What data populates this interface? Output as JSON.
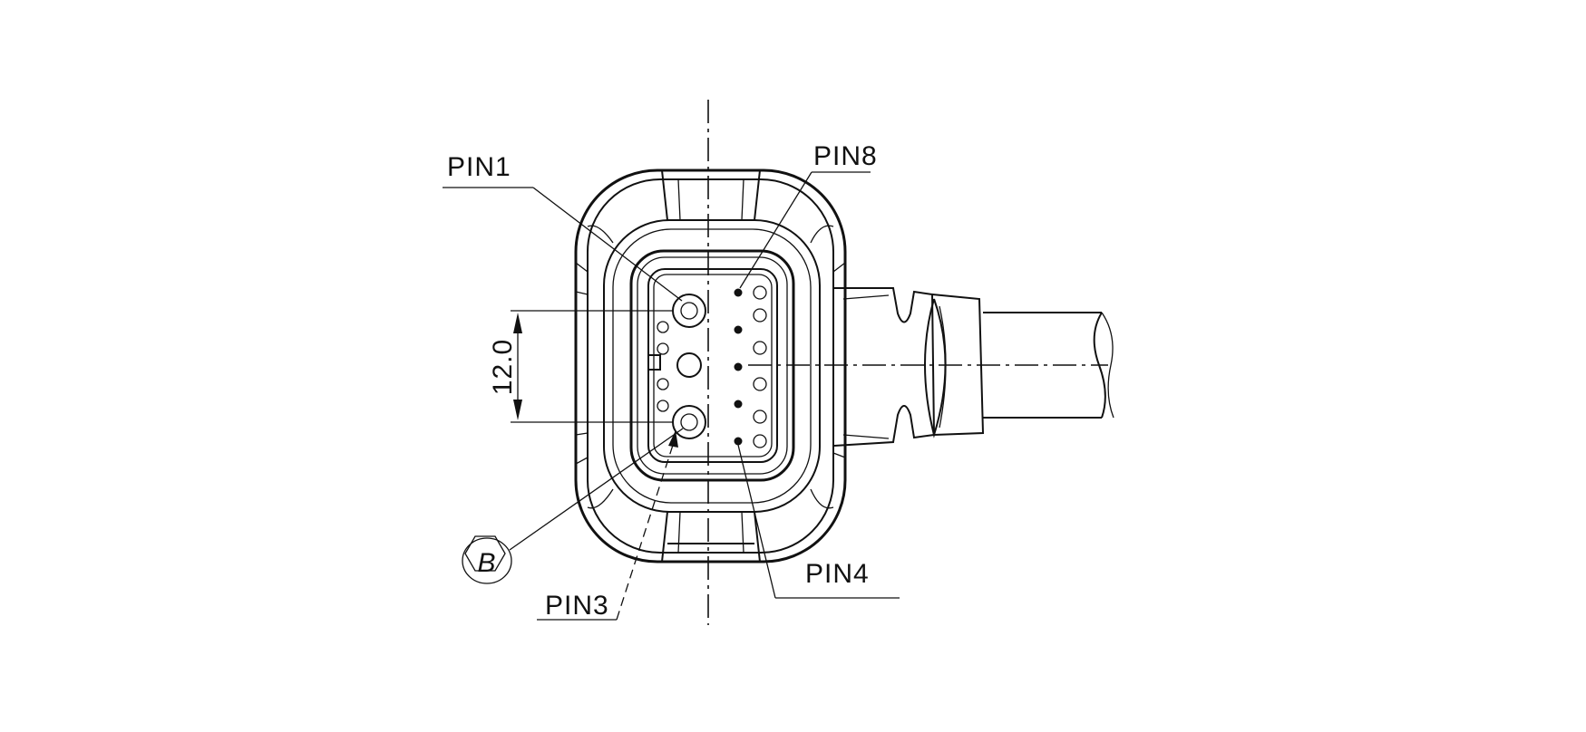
{
  "labels": {
    "pin1": "PIN1",
    "pin8": "PIN8",
    "pin3": "PIN3",
    "pin4": "PIN4",
    "detail_b": "B",
    "dimension": "12.0"
  }
}
